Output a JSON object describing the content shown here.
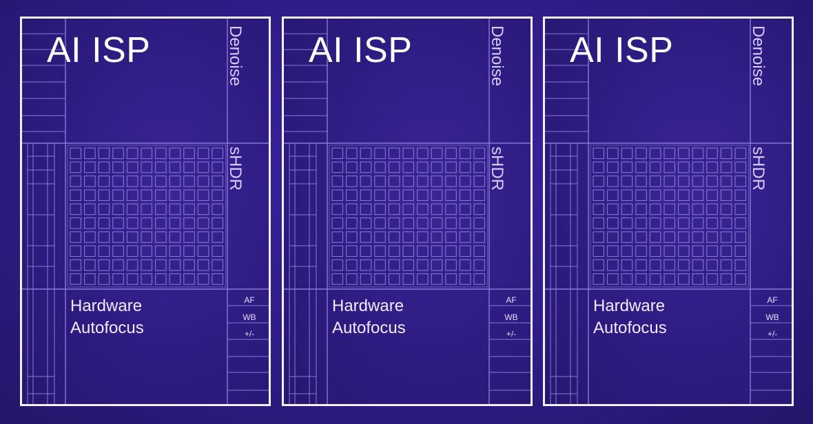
{
  "panels": [
    {
      "title": "AI ISP",
      "side_labels": [
        "Denoise",
        "sHDR"
      ],
      "caption_lines": [
        "Hardware",
        "Autofocus"
      ],
      "small_labels": [
        "AF",
        "WB",
        "+/-"
      ]
    },
    {
      "title": "AI ISP",
      "side_labels": [
        "Denoise",
        "sHDR"
      ],
      "caption_lines": [
        "Hardware",
        "Autofocus"
      ],
      "small_labels": [
        "AF",
        "WB",
        "+/-"
      ]
    },
    {
      "title": "AI ISP",
      "side_labels": [
        "Denoise",
        "sHDR"
      ],
      "caption_lines": [
        "Hardware",
        "Autofocus"
      ],
      "small_labels": [
        "AF",
        "WB",
        "+/-"
      ]
    }
  ],
  "colors": {
    "background": "#2c1a78",
    "panel_border": "#f4f1ff",
    "grid_line": "#8f7fd9",
    "label_text": "#d6ccff"
  }
}
